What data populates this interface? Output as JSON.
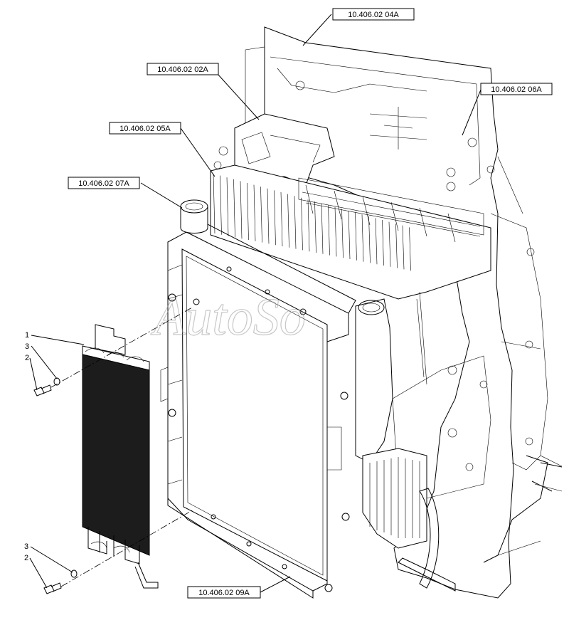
{
  "callouts": {
    "ref_04a": "10.406.02 04A",
    "ref_02a": "10.406.02 02A",
    "ref_06a": "10.406.02 06A",
    "ref_05a": "10.406.02 05A",
    "ref_07a": "10.406.02 07A",
    "ref_09a": "10.406.02 09A"
  },
  "item_numbers": {
    "top_cooler": "1",
    "top_washer": "3",
    "top_bolt": "2",
    "bottom_washer": "3",
    "bottom_bolt": "2"
  },
  "watermark": {
    "text": "AutoSo"
  }
}
